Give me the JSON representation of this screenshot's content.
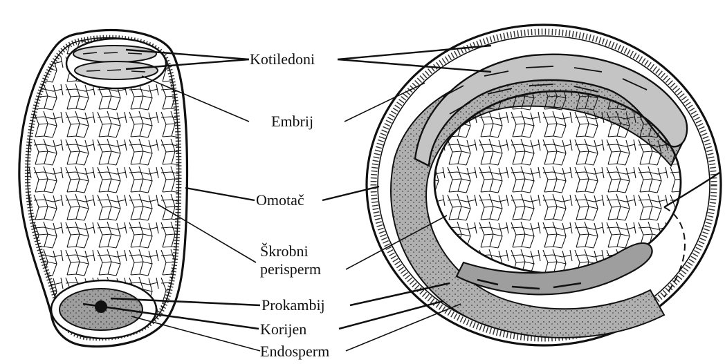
{
  "labels": {
    "kotiledoni": "Kotiledoni",
    "embrij": "Embrij",
    "omotac": "Omotač",
    "skrobni_line1": "Škrobni",
    "skrobni_line2": "perisperm",
    "prokambij": "Prokambij",
    "korijen": "Korijen",
    "endosperm": "Endosperm"
  },
  "colors": {
    "ink": "#111111",
    "cotyledon_fill": "#bdbdbd",
    "endosperm_fill": "#a9a9a9",
    "paper": "#ffffff"
  }
}
